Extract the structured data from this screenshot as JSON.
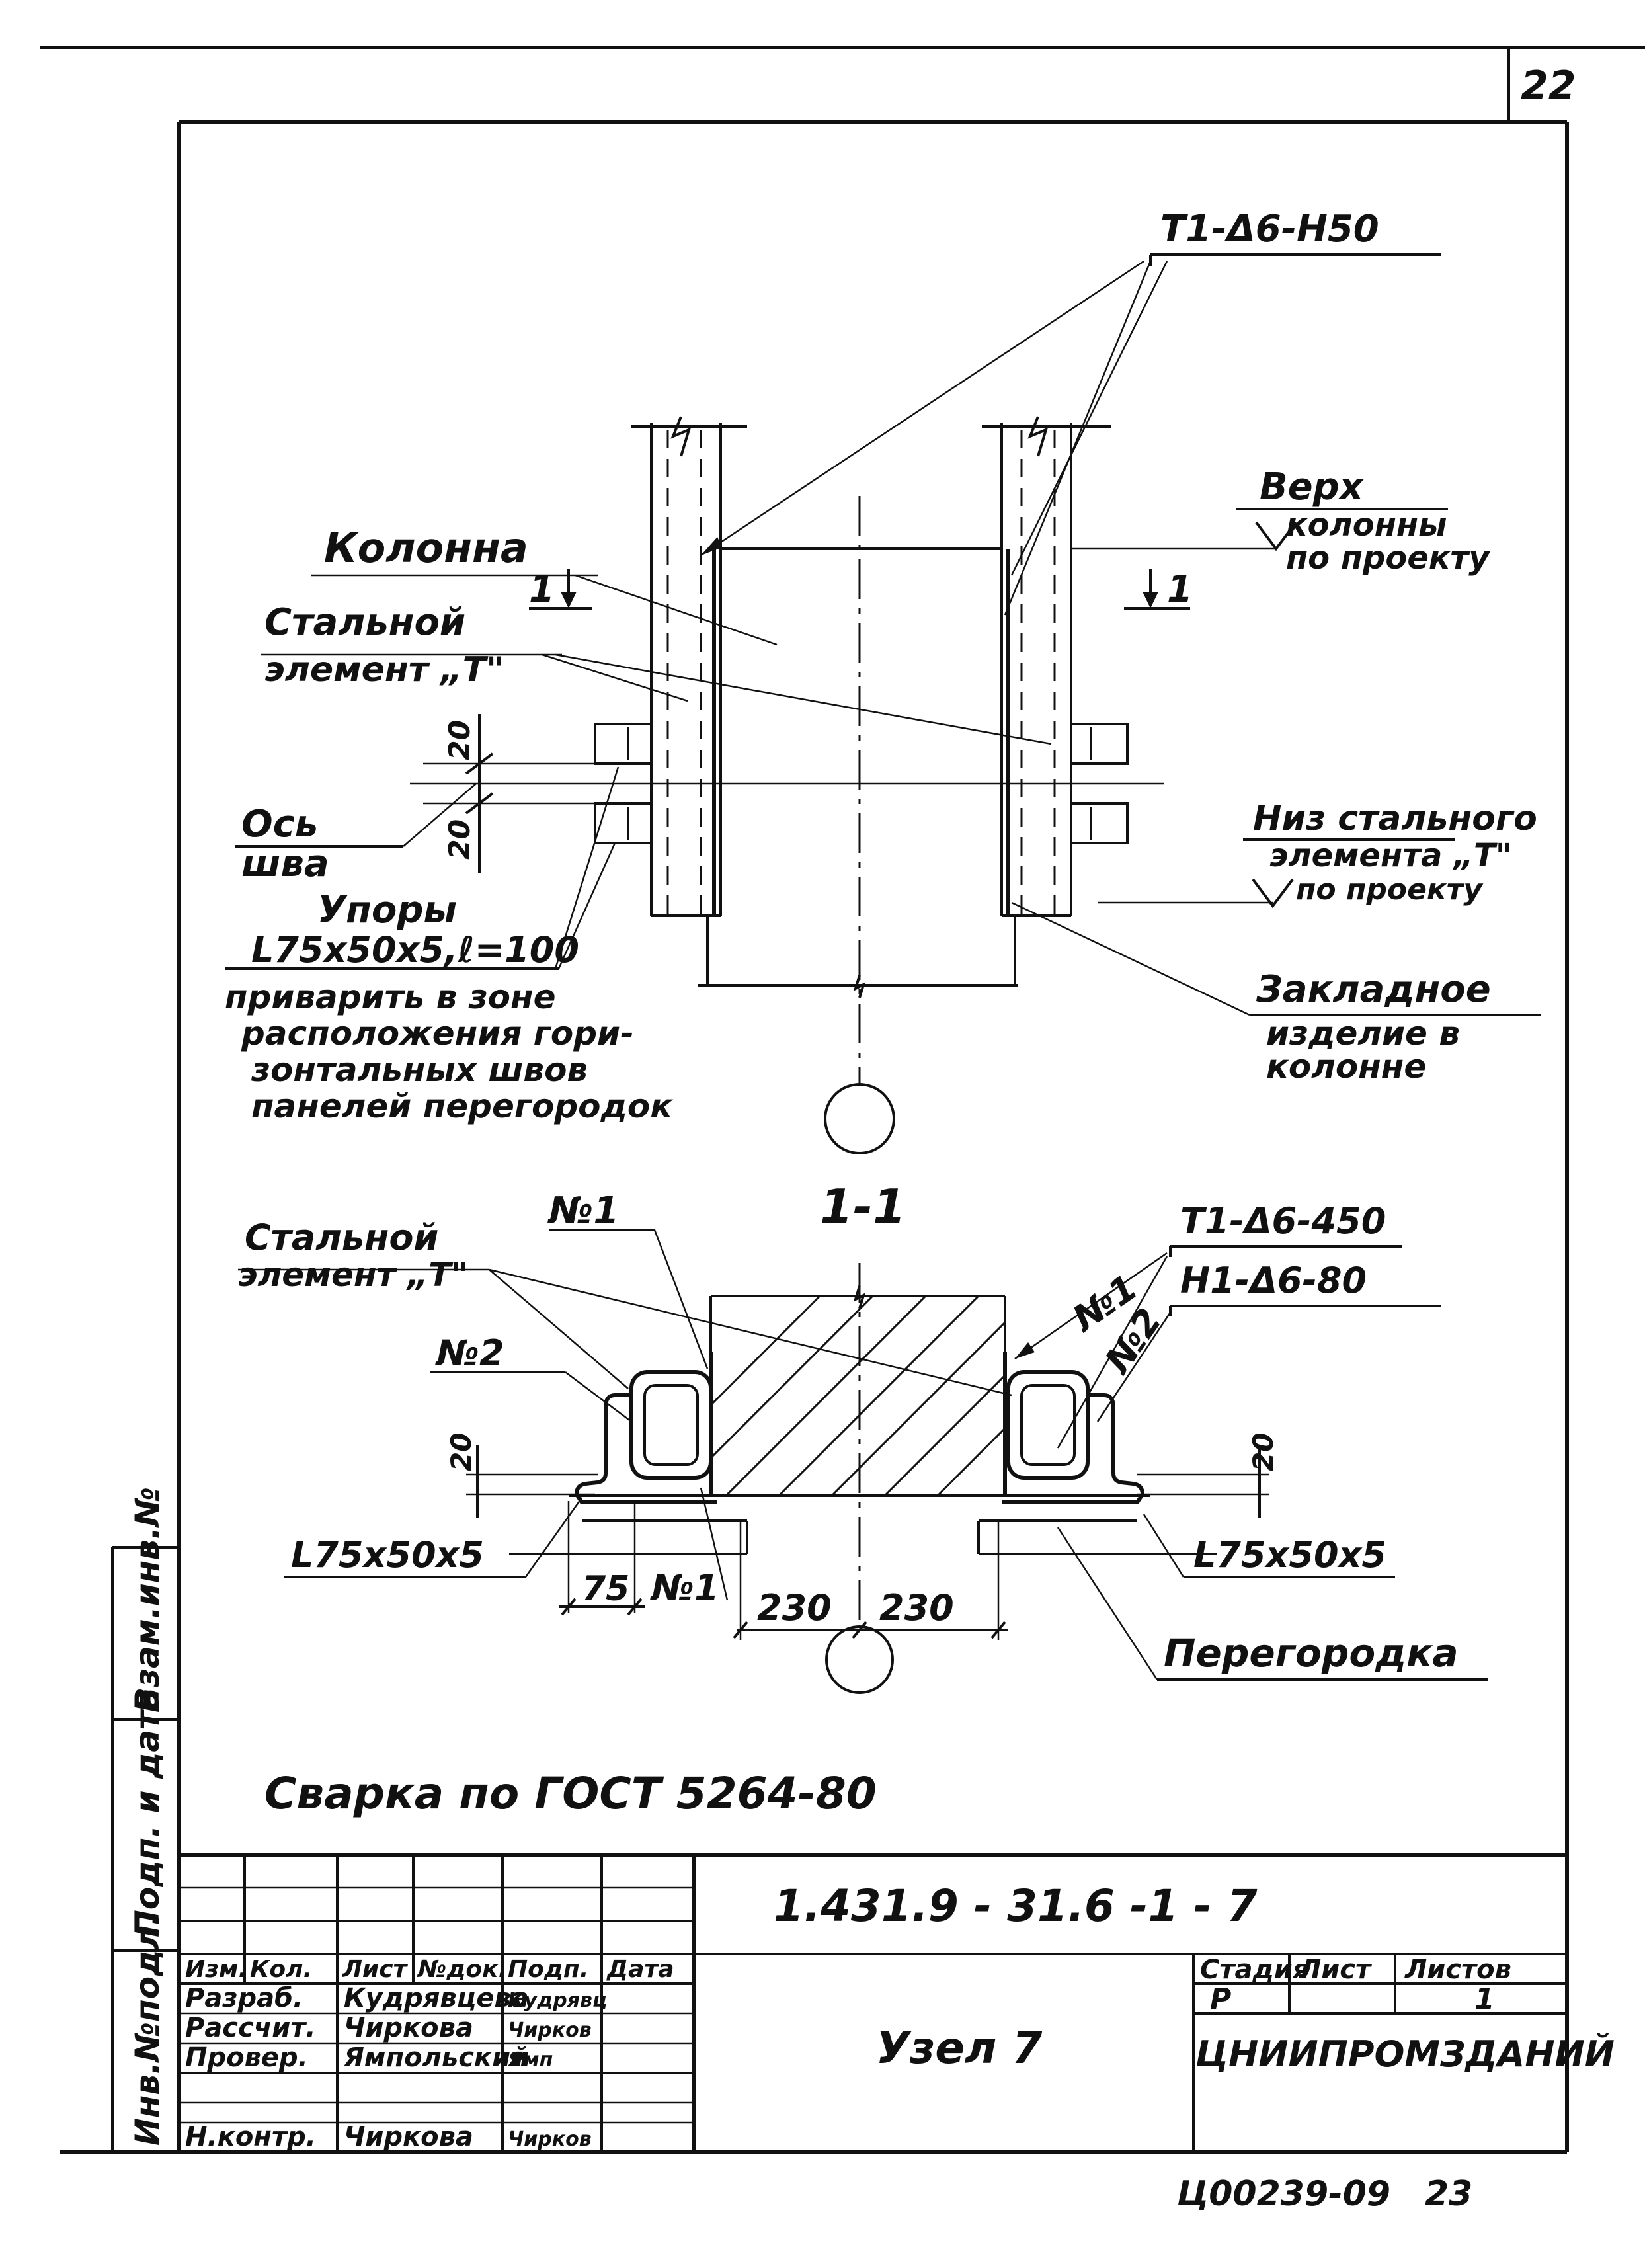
{
  "sheet": {
    "page_number": "22",
    "drawing_code": "1.431.9 - 31.6 -1 - 7",
    "title": "Узел 7",
    "stage_header": "Стадия",
    "sheet_header": "Лист",
    "sheets_header": "Листов",
    "stage": "Р",
    "sheet": "",
    "sheets": "1",
    "organization": "ЦНИИПРОМЗДАНИЙ",
    "archive_number": "Ц00239-09",
    "archive_sheet": "23",
    "welding_note": "Сварка по ГОСТ 5264-80"
  },
  "margin_stamp": {
    "inv_orig": "Инв.№подл.",
    "sign_date": "Подп. и дата",
    "replace_inv": "Взам.инв.№"
  },
  "title_block": {
    "headers": [
      "Изм.",
      "Кол.",
      "Лист",
      "№док.",
      "Подп.",
      "Дата"
    ],
    "rows": [
      {
        "role": "Разраб.",
        "name": "Кудрявцева",
        "sign": "Кудрявц"
      },
      {
        "role": "Рассчит.",
        "name": "Чиркова",
        "sign": "Чирков"
      },
      {
        "role": "Провер.",
        "name": "Ямпольский",
        "sign": "Ямп"
      },
      {
        "role": "Н.контр.",
        "name": "Чиркова",
        "sign": "Чирков"
      }
    ]
  },
  "elevation": {
    "weld_callout": "Т1-Δ6-Н50",
    "column": "Колонна",
    "steel_element_1": "Стальной",
    "steel_element_2": "элемент „Т\"",
    "top_1": "Верх",
    "top_2": "колонны",
    "top_3": "по проекту",
    "section_mark_left": "1",
    "section_mark_right": "1",
    "dim_20_top": "20",
    "dim_20_bottom": "20",
    "axis_1": "Ось",
    "axis_2": "шва",
    "bottom_1": "Низ стального",
    "bottom_2": "элемента „Т\"",
    "bottom_3": "по проекту",
    "stops_1": "Упоры",
    "stops_2": "L75x50x5,ℓ=100",
    "stops_note_1": "приварить в зоне",
    "stops_note_2": "расположения гори-",
    "stops_note_3": "зонтальных швов",
    "stops_note_4": "панелей перегородок",
    "embedded_1": "Закладное",
    "embedded_2": "изделие в",
    "embedded_3": "колонне"
  },
  "section": {
    "label": "1-1",
    "steel_element_1": "Стальной",
    "steel_element_2": "элемент „Т\"",
    "no1_top": "№1",
    "no2_left": "№2",
    "no1_right": "№1",
    "no2_right": "№2",
    "weld_1": "Т1-Δ6-450",
    "weld_2": "Н1-Δ6-80",
    "dim_20_left": "20",
    "dim_20_right": "20",
    "angle_left": "L75x50x5",
    "angle_right": "L75x50x5",
    "dim_75": "75",
    "no1_bottom": "№1",
    "dim_230_left": "230",
    "dim_230_right": "230",
    "partition": "Перегородка"
  }
}
